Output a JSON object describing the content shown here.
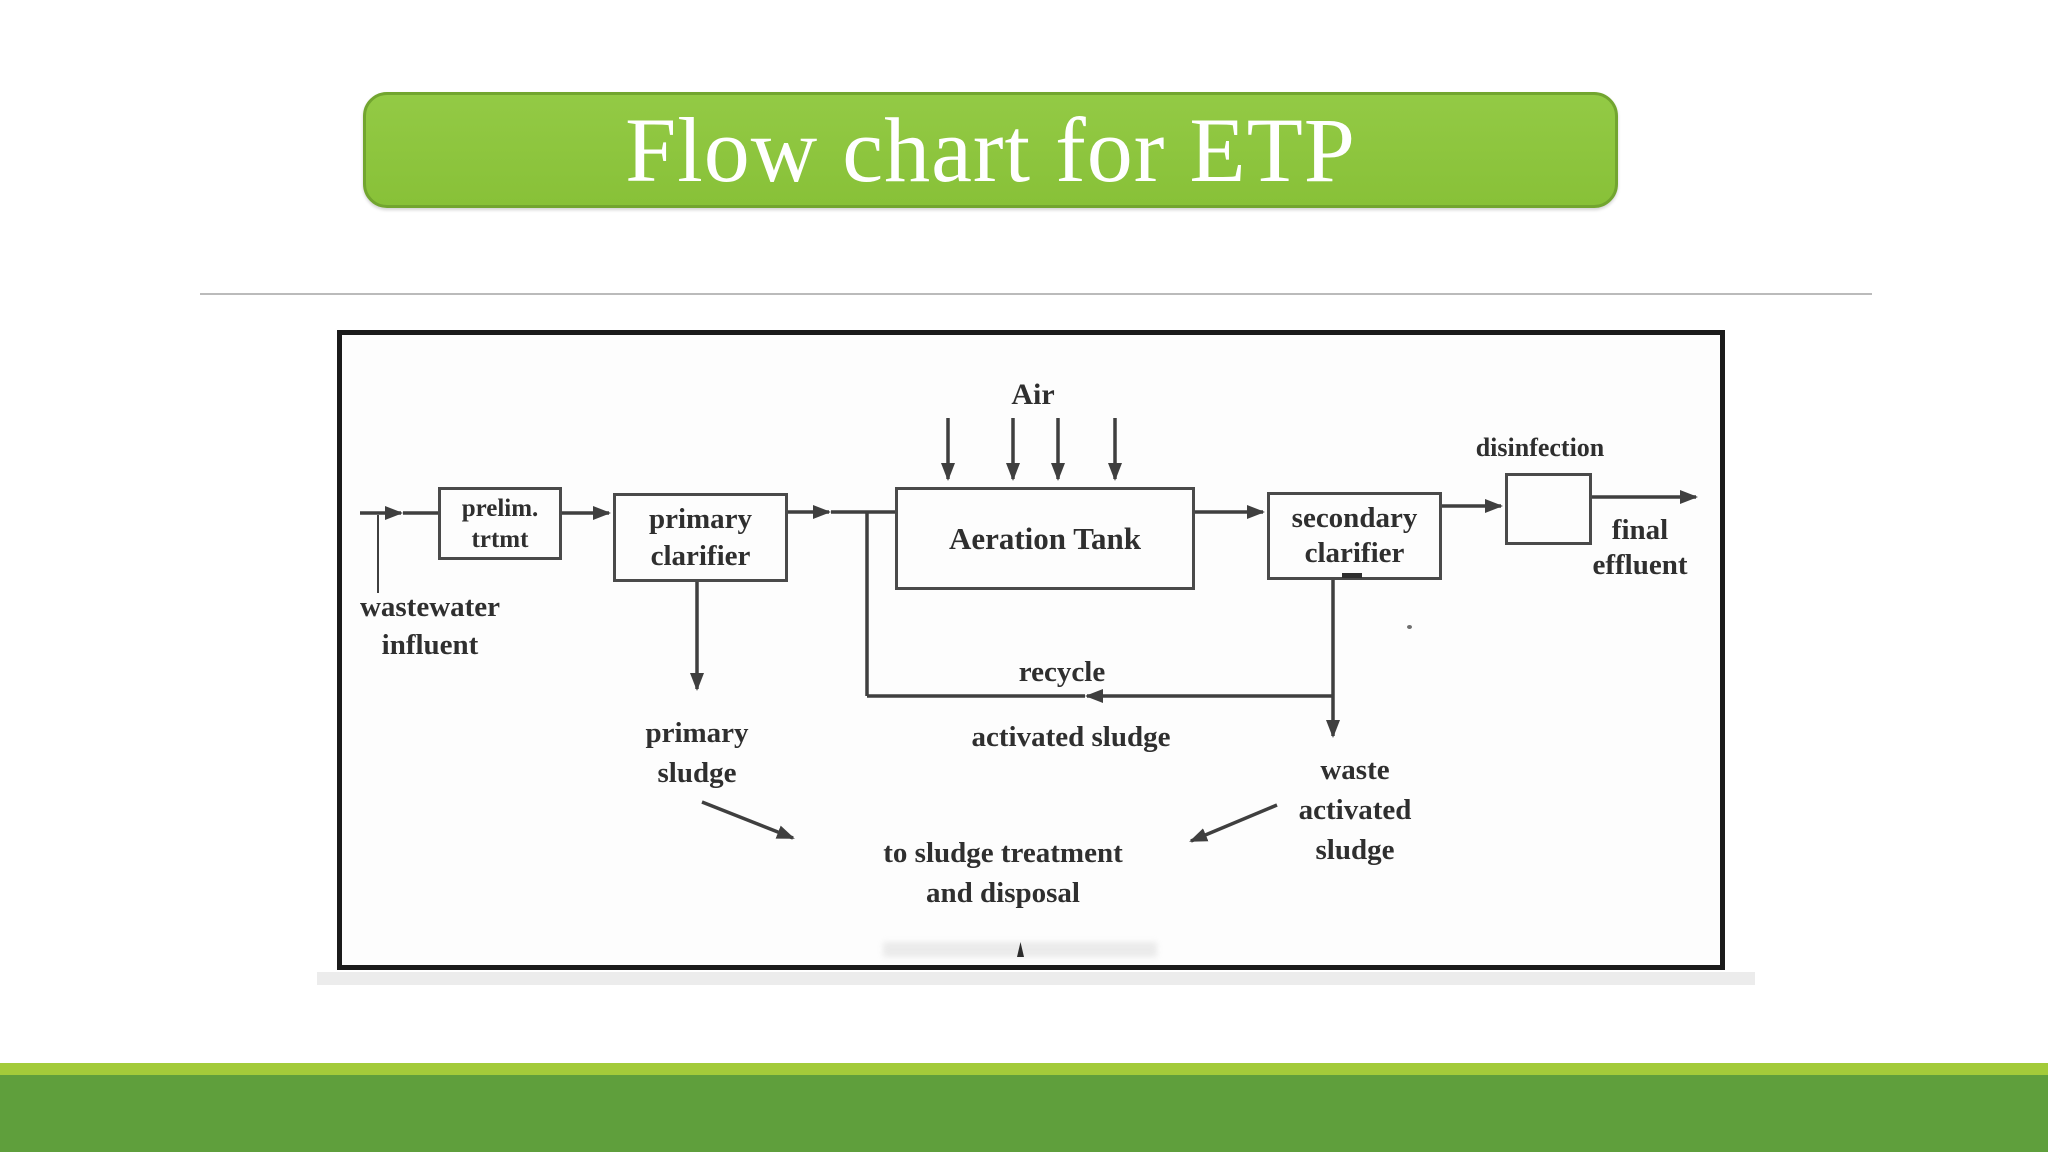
{
  "title_banner": {
    "text": "Flow chart for ETP"
  },
  "colors": {
    "banner_green": "#8dc63f",
    "banner_border_green": "#72a52f",
    "footer_light_green": "#a3cb3a",
    "footer_dark_green": "#5f9f3c",
    "frame_border": "#1b1b1b",
    "diagram_ink": "#2f2f2f",
    "divider_gray": "#bbbbbb"
  },
  "flowchart": {
    "labels": {
      "prelim": [
        "prelim.",
        "trtmt"
      ],
      "primary_clarifier": [
        "primary",
        "clarifier"
      ],
      "aeration_tank": "Aeration Tank",
      "secondary_clarifier": [
        "secondary",
        "clarifier"
      ],
      "disinfection": "disinfection",
      "air": "Air",
      "wastewater_influent": [
        "wastewater",
        "influent"
      ],
      "primary_sludge": [
        "primary",
        "sludge"
      ],
      "recycle": "recycle",
      "activated_sludge": "activated sludge",
      "waste_activated_sludge": [
        "waste",
        "activated",
        "sludge"
      ],
      "sludge_treatment": [
        "to sludge treatment",
        "and disposal"
      ],
      "final_effluent": [
        "final",
        "effluent"
      ]
    },
    "air_arrow_count": 4,
    "edges": [
      {
        "from": "wastewater influent",
        "to": "prelim. trtmt"
      },
      {
        "from": "prelim. trtmt",
        "to": "primary clarifier"
      },
      {
        "from": "primary clarifier",
        "to": "Aeration Tank"
      },
      {
        "from": "Air",
        "to": "Aeration Tank"
      },
      {
        "from": "Aeration Tank",
        "to": "secondary clarifier"
      },
      {
        "from": "secondary clarifier",
        "to": "disinfection"
      },
      {
        "from": "disinfection",
        "to": "final effluent"
      },
      {
        "from": "primary clarifier",
        "to": "primary sludge"
      },
      {
        "from": "secondary clarifier",
        "to": "waste activated sludge",
        "label": "recycle activated sludge returns to Aeration Tank inlet"
      },
      {
        "from": "primary sludge",
        "to": "to sludge treatment and disposal"
      },
      {
        "from": "waste activated sludge",
        "to": "to sludge treatment and disposal"
      }
    ]
  }
}
